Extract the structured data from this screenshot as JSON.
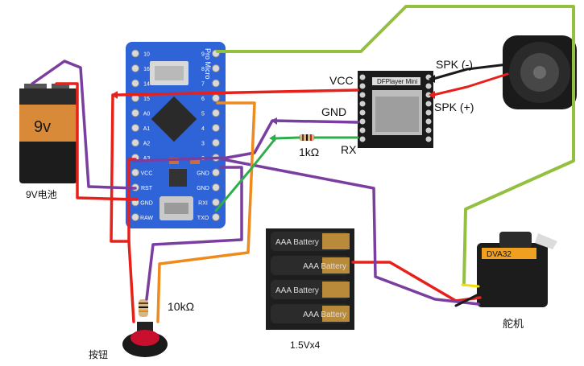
{
  "labels": {
    "vcc": "VCC",
    "gnd": "GND",
    "rx": "RX",
    "resistor_1k": "1kΩ",
    "spk_minus": "SPK (-)",
    "spk_plus": "SPK (+)",
    "battery_9v": "9V电池",
    "resistor_10k": "10kΩ",
    "aa_pack": "1.5Vx4",
    "servo": "舵机",
    "button": "按钮"
  },
  "board": {
    "name": "Pro Micro",
    "pins_right": [
      "RAW",
      "GND",
      "RST",
      "VCC",
      "A3",
      "A2",
      "A1",
      "A0",
      "15",
      "14",
      "16",
      "10"
    ],
    "pins_left": [
      "TXO",
      "RXI",
      "GND",
      "GND",
      "2",
      "3",
      "4",
      "5",
      "6",
      "7",
      "8",
      "9"
    ]
  },
  "battery_9v": {
    "face_text": "9v"
  },
  "aa_cells": [
    "AAA Battery",
    "AAA Battery",
    "AAA Battery",
    "AAA Battery"
  ],
  "dfplayer": {
    "name": "DFPlayer Mini"
  },
  "servo_brand": "DVA32",
  "colors": {
    "red": "#e8201a",
    "purple": "#7a3ea0",
    "green": "#2eae4a",
    "orange": "#ee8a1e",
    "olive": "#94c040",
    "board_blue": "#2f63d8",
    "battery_orange": "#d98a38"
  }
}
